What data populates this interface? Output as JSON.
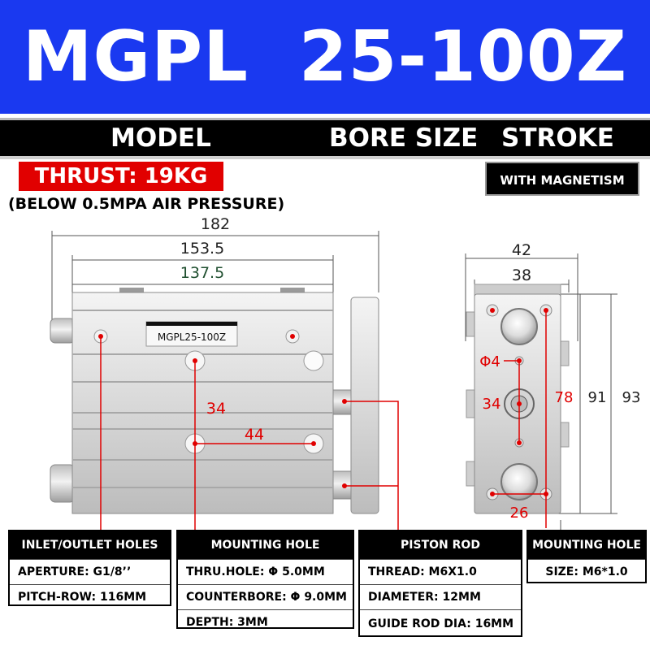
{
  "banner": {
    "model_code": "MGPL  25-100Z"
  },
  "subbar": {
    "model_label": "MODEL",
    "bore_size_label": "BORE SIZE",
    "stroke_label": "STROKE"
  },
  "thrust": {
    "label": "THRUST: 19KG",
    "note": "(BELOW 0.5MPA AIR PRESSURE)"
  },
  "magnet_badge": "WITH MAGNETISM",
  "side_view": {
    "dimensions": {
      "overall": "182",
      "body": "153.5",
      "inner": "137.5",
      "vertical_spacing": "34",
      "horizontal_spacing": "44"
    },
    "label_plate": "MGPL25-100Z"
  },
  "end_view": {
    "dimensions": {
      "width_outer": "42",
      "width_inner": "38",
      "hole_dia": "Φ4",
      "center_spacing": "34",
      "hole_pitch": "78",
      "height_inner": "91",
      "height_outer": "93",
      "bottom_pitch": "26"
    }
  },
  "spec_boxes": [
    {
      "title": "INLET/OUTLET HOLES",
      "rows": [
        "APERTURE: G1/8’’",
        "PITCH-ROW: 116MM"
      ]
    },
    {
      "title": "MOUNTING HOLE",
      "rows": [
        "THRU.HOLE: Φ 5.0MM",
        "COUNTERBORE: Φ 9.0MM",
        "DEPTH: 3MM"
      ]
    },
    {
      "title": "PISTON ROD",
      "rows": [
        "THREAD: M6X1.0",
        "DIAMETER: 12MM",
        "GUIDE ROD DIA: 16MM"
      ]
    },
    {
      "title": "MOUNTING HOLE",
      "rows": [
        "SIZE: M6*1.0"
      ]
    }
  ],
  "colors": {
    "banner_blue": "#1a39f0",
    "thrust_red": "#e10000",
    "annotation_red": "#e00000",
    "dim_green": "#1f4f2f"
  }
}
